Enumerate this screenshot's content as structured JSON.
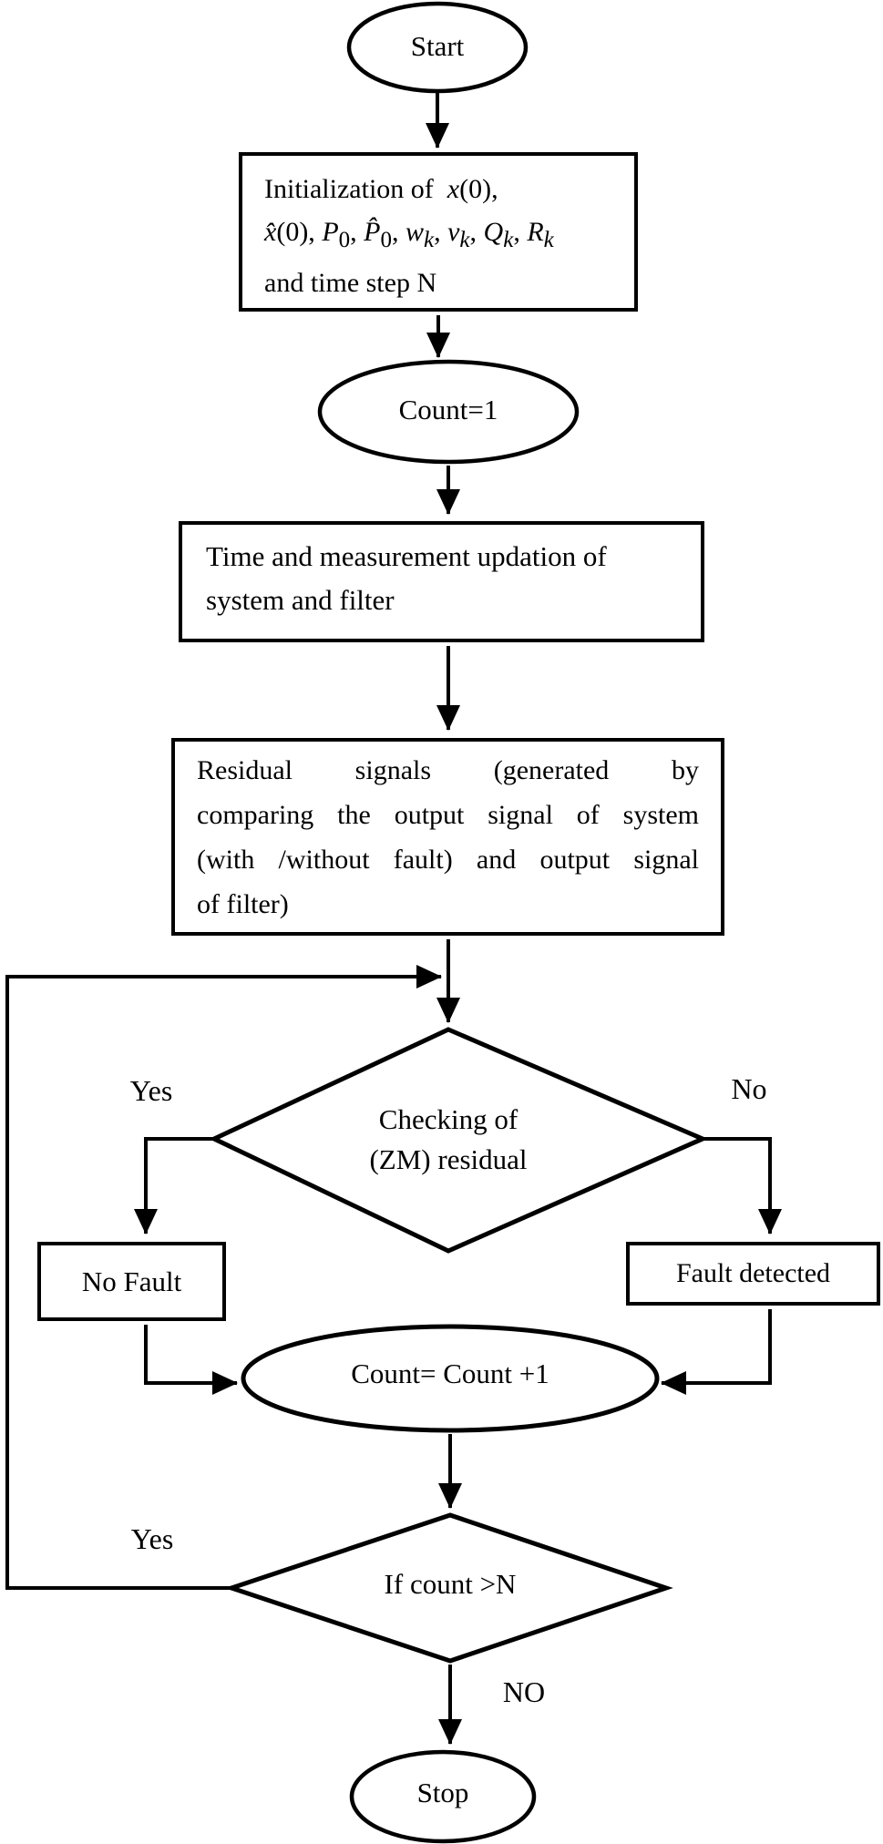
{
  "nodes": {
    "start": {
      "label": "Start"
    },
    "init": {
      "lines_html": [
        "Initialization of&#160; <i>x</i>(0),",
        "<i>x̂</i>(0), <i>P</i><sub>0</sub>, <i>P̂</i><sub>0</sub>, <i>w<sub>k</sub></i>, <i>v<sub>k</sub></i>, <i>Q<sub>k</sub></i>, <i>R<sub>k</sub></i>",
        "and time step N"
      ]
    },
    "count_init": {
      "label": "Count=1"
    },
    "update": {
      "lines": [
        "Time and measurement updation of",
        "system and filter"
      ]
    },
    "residual": {
      "lines": [
        "Residual signals (generated by",
        "comparing the output signal of system",
        "(with /without fault) and output signal",
        "of filter)"
      ]
    },
    "zm_check": {
      "lines": [
        "Checking of",
        "(ZM) residual"
      ]
    },
    "no_fault": {
      "label": "No Fault"
    },
    "fault_detected": {
      "label": "Fault detected"
    },
    "count_increment": {
      "label": "Count= Count +1"
    },
    "count_check": {
      "label": "If count >N"
    },
    "stop": {
      "label": "Stop"
    }
  },
  "edge_labels": {
    "zm_yes": "Yes",
    "zm_no": "No",
    "loop_yes": "Yes",
    "loop_no": "NO"
  },
  "colors": {
    "stroke": "#000000",
    "background": "#ffffff",
    "text": "#000000"
  }
}
